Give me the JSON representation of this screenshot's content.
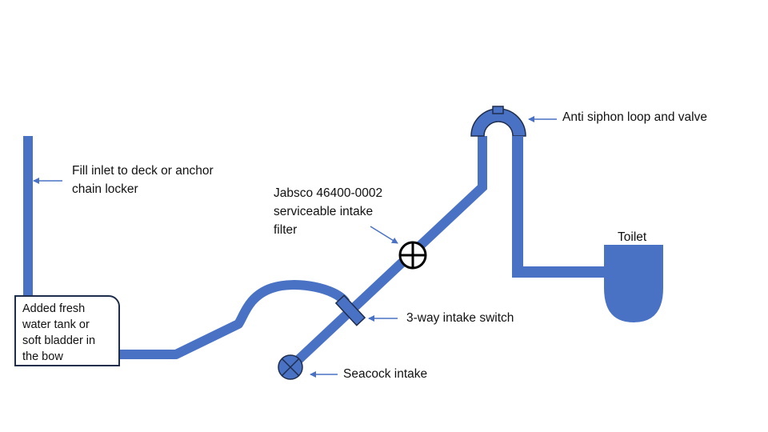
{
  "colors": {
    "pipe": "#4a72c4",
    "outline": "#1f2d4d",
    "text": "#111111",
    "arrow": "#4a72c4"
  },
  "labels": {
    "fill_inlet": "Fill inlet to deck or anchor\nchain locker",
    "filter": "Jabsco 46400-0002\nserviceable intake\nfilter",
    "anti_siphon": "Anti siphon loop and valve",
    "toilet": "Toilet",
    "three_way": "3-way intake switch",
    "seacock": "Seacock intake",
    "tank": "Added fresh\nwater tank or\nsoft bladder in\nthe bow"
  }
}
